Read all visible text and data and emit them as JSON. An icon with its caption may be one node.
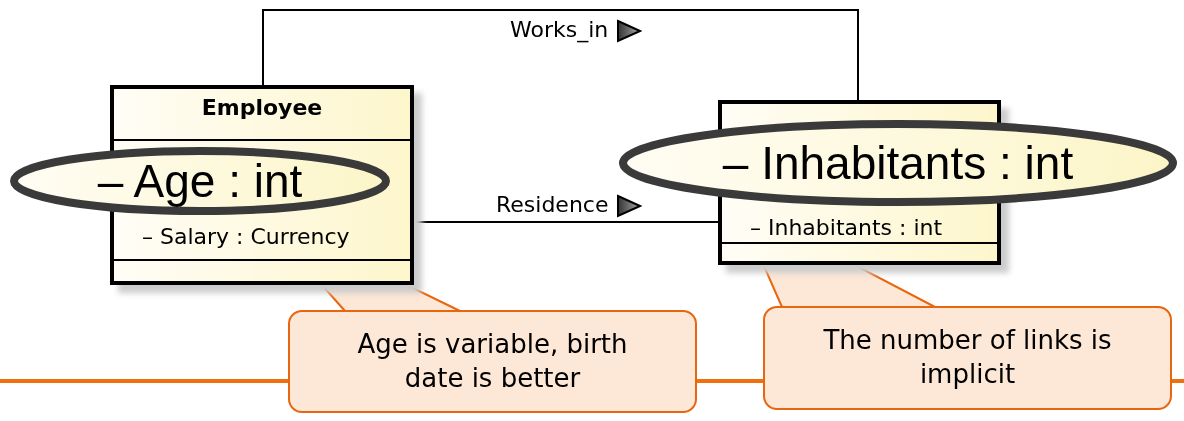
{
  "diagram": {
    "nodes": [
      {
        "text": [
          "Employee",
          "– Salary : Currency"
        ]
      },
      {
        "text": [
          "– Age : int"
        ]
      },
      {
        "text": [
          "– Inhabitants : int"
        ]
      },
      {
        "text": [
          "– Inhabitants : int"
        ]
      },
      {
        "text": [
          "Age is variable, birth date is better"
        ]
      },
      {
        "text": [
          "The number of links is implicit"
        ]
      }
    ],
    "edges": [
      {
        "from": 0,
        "to": 2,
        "arrow": "none",
        "label": "Works_in"
      },
      {
        "from": 0,
        "to": 2,
        "arrow": "none",
        "label": "Residence"
      },
      {
        "from": 4,
        "to": 1,
        "arrow": "none",
        "color": "#e8660f"
      },
      {
        "from": 5,
        "to": 3,
        "arrow": "none",
        "color": "#e8660f"
      }
    ]
  }
}
